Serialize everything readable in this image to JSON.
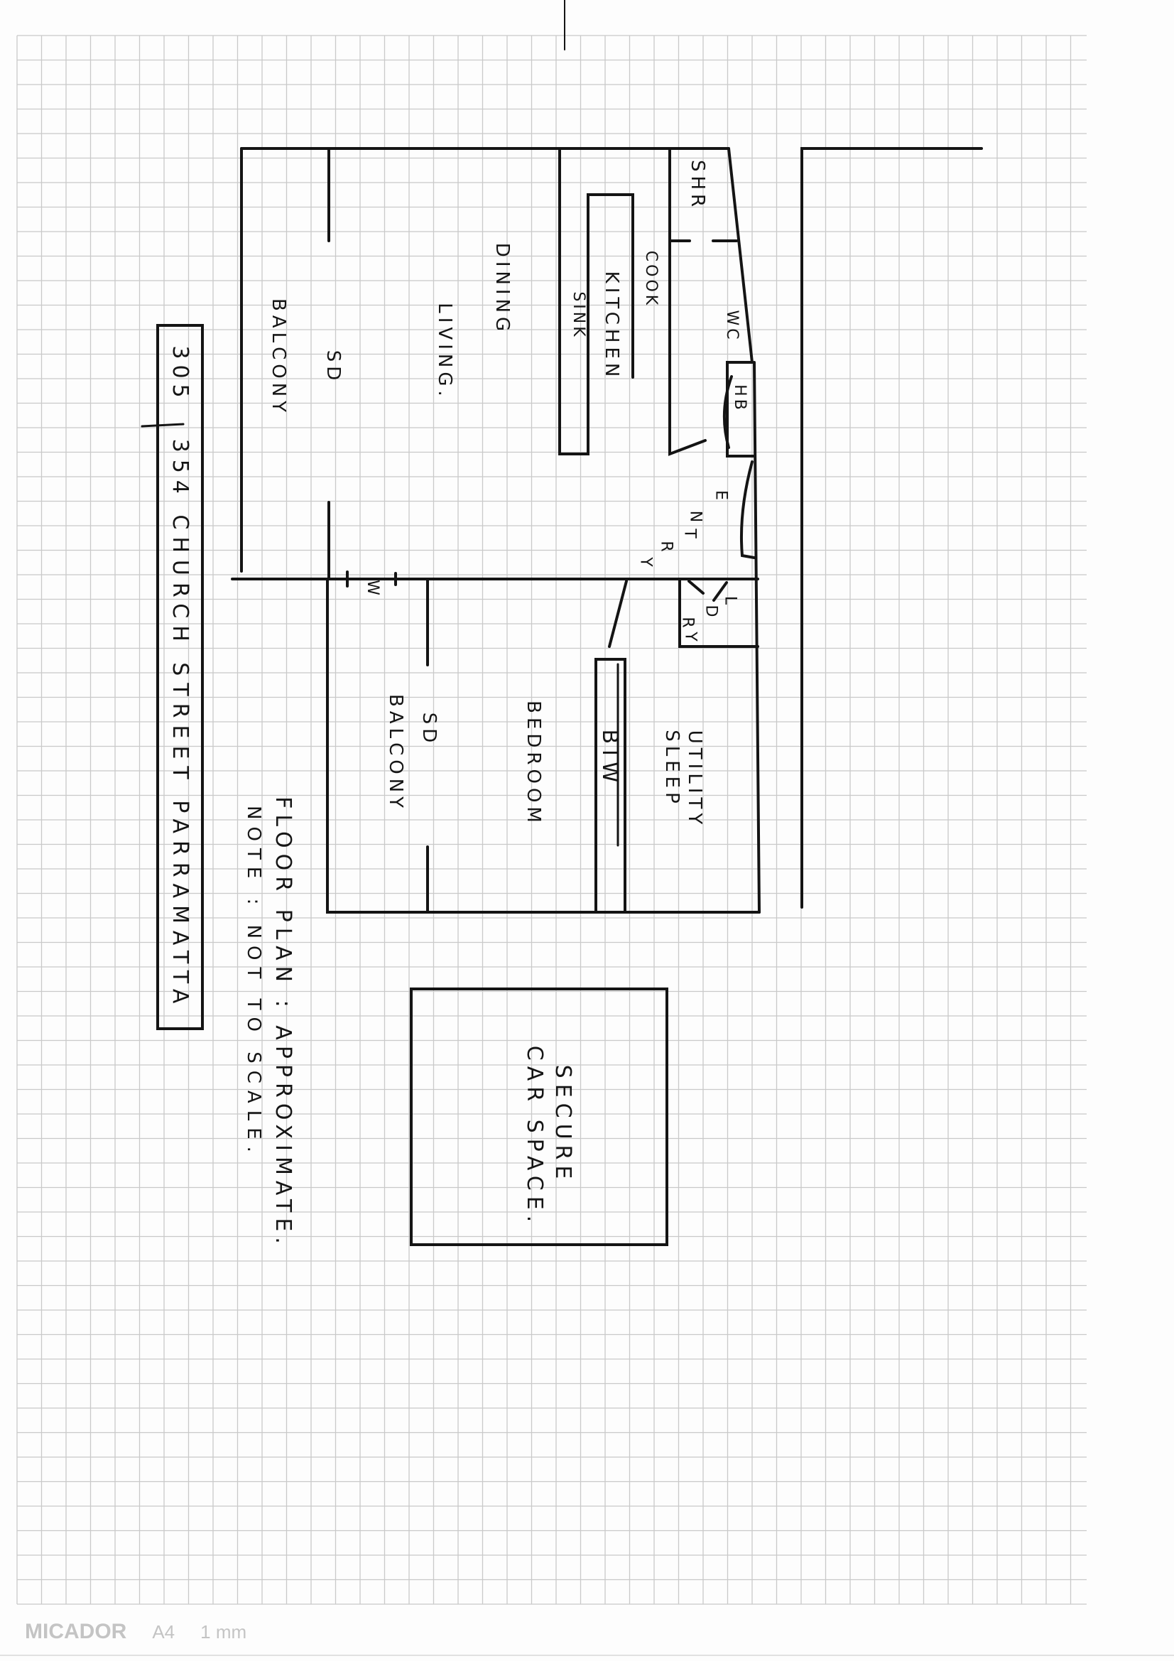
{
  "rooms": {
    "shr": "SHR",
    "cook": "COOK",
    "kitchen": "KITCHEN",
    "sink": "SINK",
    "dining": "DINING",
    "living": "LIVING.",
    "sd_living": "SD",
    "balcony_living": "BALCONY",
    "wc": "WC",
    "hb": "HB",
    "entry": [
      "E",
      "N",
      "T",
      "R",
      "Y"
    ],
    "ldry": [
      "L",
      "D",
      "R",
      "Y"
    ],
    "w": "W",
    "sd_bedroom": "SD",
    "balcony_bedroom": "BALCONY",
    "bedroom": "BEDROOM",
    "biw": "BIW",
    "utility": "UTILITY",
    "sleep": "SLEEP"
  },
  "address": {
    "unit": "305",
    "street": "354 CHURCH STREET PARRAMATTA"
  },
  "notes": {
    "title": "FLOOR PLAN : APPROXIMATE.",
    "scale": "NOTE : NOT TO SCALE."
  },
  "car_space": {
    "line1": "SECURE",
    "line2": "CAR SPACE."
  },
  "paper": {
    "brand": "MICADOR",
    "size": "A4",
    "grid": "1 mm"
  }
}
